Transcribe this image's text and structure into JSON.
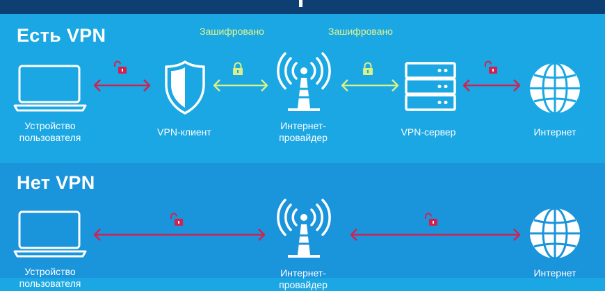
{
  "colors": {
    "header": "#0d3f72",
    "vpn_bg": "#1aa7e3",
    "novpn_bg": "#1a94db",
    "insecure_arrow": "#d3214f",
    "secure_arrow": "#d8f08a"
  },
  "vpn_section": {
    "title": "Есть VPN",
    "encrypted_label_1": "Зашифровано",
    "encrypted_label_2": "Зашифровано",
    "nodes": [
      {
        "icon": "laptop-icon",
        "label": "Устройство\nпользователя"
      },
      {
        "icon": "shield-icon",
        "label": "VPN-клиент"
      },
      {
        "icon": "antenna-tower-icon",
        "label": "Интернет-\nпровайдер"
      },
      {
        "icon": "server-icon",
        "label": "VPN-сервер"
      },
      {
        "icon": "globe-icon",
        "label": "Интернет"
      }
    ],
    "links": [
      {
        "lock": "open-lock-icon",
        "secure": false
      },
      {
        "lock": "closed-lock-icon",
        "secure": true
      },
      {
        "lock": "closed-lock-icon",
        "secure": true
      },
      {
        "lock": "open-lock-icon",
        "secure": false
      }
    ]
  },
  "novpn_section": {
    "title": "Нет VPN",
    "nodes": [
      {
        "icon": "laptop-icon",
        "label": "Устройство\nпользователя"
      },
      {
        "icon": "antenna-tower-icon",
        "label": "Интернет-\nпровайдер"
      },
      {
        "icon": "globe-icon",
        "label": "Интернет"
      }
    ],
    "links": [
      {
        "lock": "open-lock-icon",
        "secure": false
      },
      {
        "lock": "open-lock-icon",
        "secure": false
      }
    ]
  }
}
